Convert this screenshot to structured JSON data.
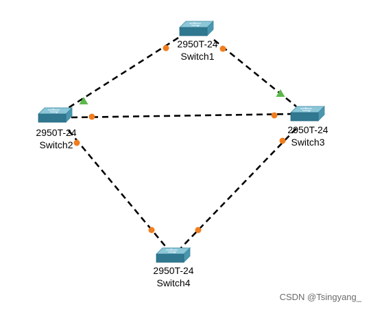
{
  "devices": [
    {
      "id": "switch1",
      "model": "2950T-24",
      "name": "Switch1"
    },
    {
      "id": "switch2",
      "model": "2950T-24",
      "name": "Switch2"
    },
    {
      "id": "switch3",
      "model": "2950T-24",
      "name": "Switch3"
    },
    {
      "id": "switch4",
      "model": "2950T-24",
      "name": "Switch4"
    }
  ],
  "links": [
    {
      "from": "Switch1",
      "to": "Switch2",
      "status_from": "up",
      "status_to": "blocking-or-listening"
    },
    {
      "from": "Switch1",
      "to": "Switch3",
      "status_from": "up",
      "status_to": "blocking-or-listening"
    },
    {
      "from": "Switch2",
      "to": "Switch3",
      "status_from": "up",
      "status_to": "up"
    },
    {
      "from": "Switch2",
      "to": "Switch4",
      "status_from": "up",
      "status_to": "up"
    },
    {
      "from": "Switch3",
      "to": "Switch4",
      "status_from": "up",
      "status_to": "up"
    }
  ],
  "colors": {
    "link_light_up": "#f07d1e",
    "link_light_transition": "#5cb84a",
    "switch_top": "#8cc7d8",
    "switch_side": "#4a96ae",
    "switch_front": "#2f7890"
  },
  "watermark": "CSDN @Tsingyang_"
}
